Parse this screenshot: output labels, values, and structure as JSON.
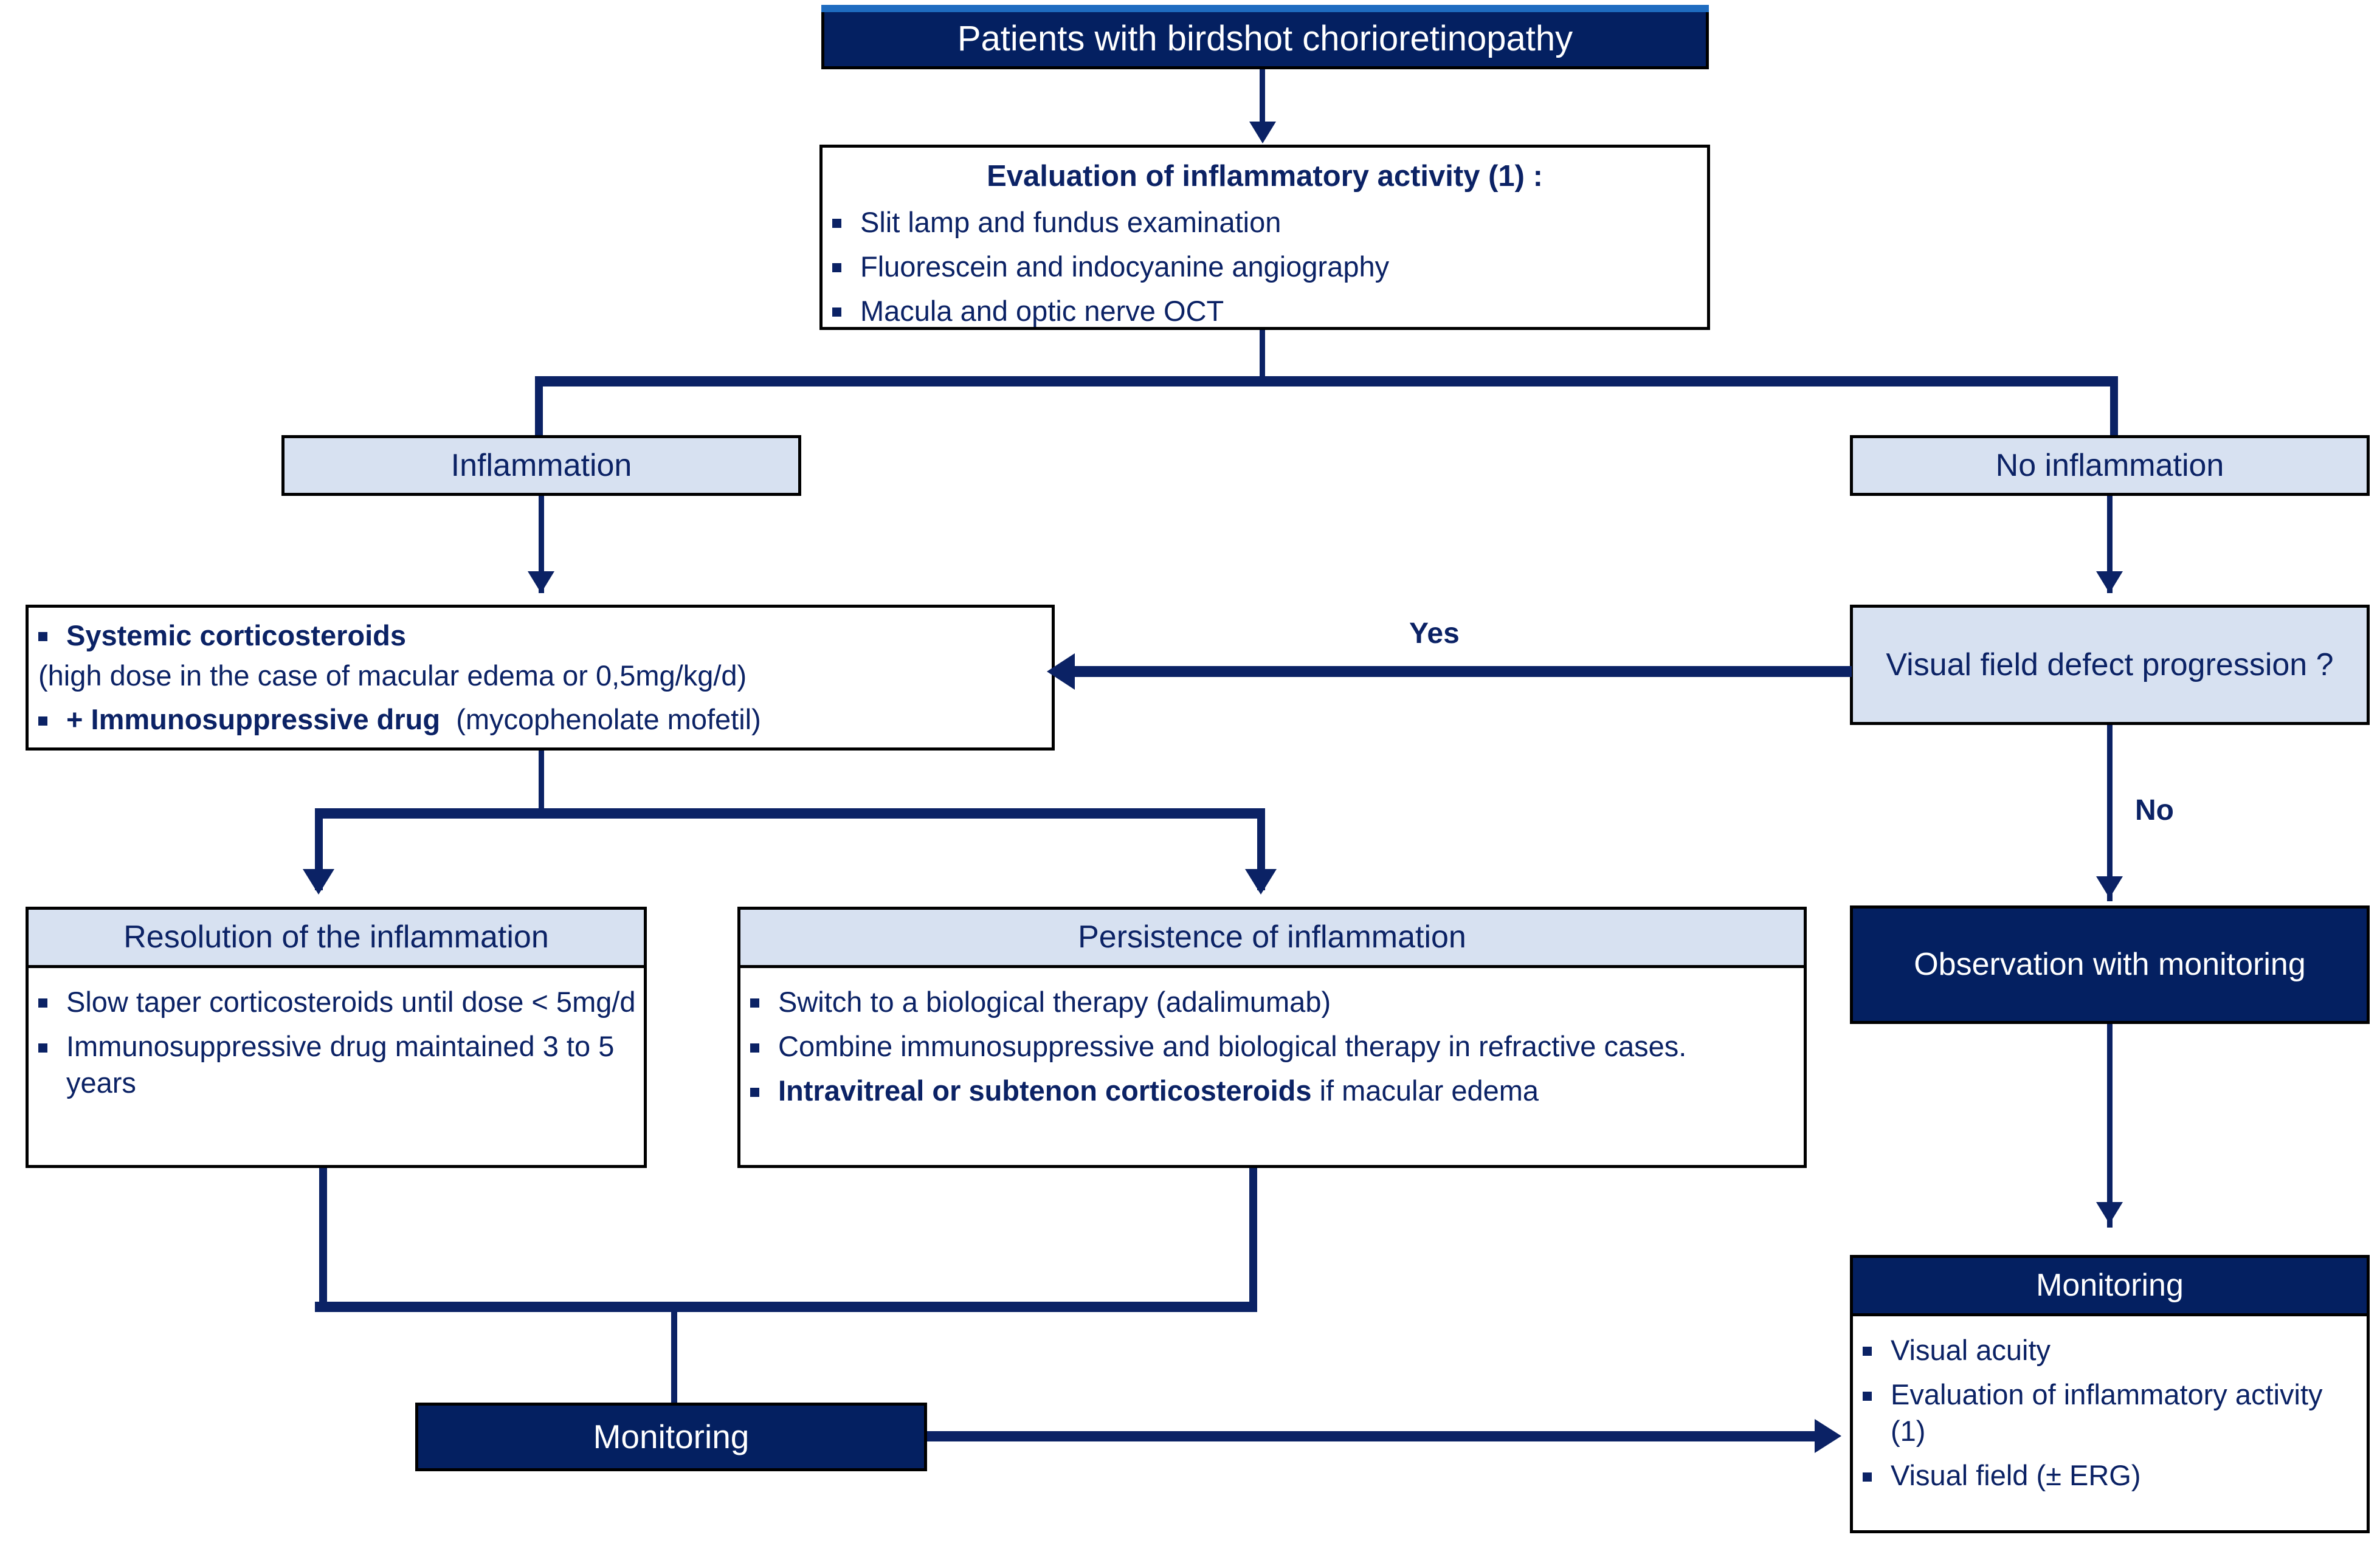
{
  "title": "Patients with birdshot chorioretinopathy",
  "colors": {
    "navy": "#042061",
    "light_blue": "#d7e1f1",
    "text_navy": "#0b2265",
    "accent_blue": "#1f6cc0",
    "border": "#000000"
  },
  "nodes": {
    "start": {
      "label": "Patients with birdshot chorioretinopathy"
    },
    "evaluation": {
      "heading": "Evaluation of inflammatory activity (1) :",
      "items": [
        "Slit lamp and fundus examination",
        "Fluorescein and indocyanine angiography",
        "Macula and optic nerve OCT"
      ]
    },
    "inflammation": {
      "label": "Inflammation"
    },
    "no_inflammation": {
      "label": "No inflammation"
    },
    "treatment": {
      "item1_bold": "Systemic corticosteroids",
      "item1_note": "(high dose in the case of macular edema or 0,5mg/kg/d)",
      "item2_bold": "+ Immunosuppressive drug",
      "item2_note": "(mycophenolate mofetil)"
    },
    "visual_field": {
      "label": "Visual field defect progression ?"
    },
    "resolution": {
      "heading": "Resolution of the inflammation",
      "items": [
        "Slow taper corticosteroids until dose < 5mg/d",
        "Immunosuppressive drug maintained 3 to 5 years"
      ]
    },
    "persistence": {
      "heading": "Persistence of inflammation",
      "items": [
        {
          "text": "Switch to a biological therapy (adalimumab)",
          "bold_prefix": ""
        },
        {
          "text": "Combine immunosuppressive and biological therapy in refractive cases.",
          "bold_prefix": ""
        },
        {
          "text": " if macular edema",
          "bold_prefix": "Intravitreal or subtenon corticosteroids"
        }
      ]
    },
    "observation": {
      "label": "Observation with monitoring"
    },
    "monitoring_left": {
      "label": "Monitoring"
    },
    "monitoring_right": {
      "heading": "Monitoring",
      "items": [
        "Visual acuity",
        "Evaluation of inflammatory activity (1)",
        "Visual field (± ERG)"
      ]
    }
  },
  "edges": {
    "yes_label": "Yes",
    "no_label": "No"
  }
}
